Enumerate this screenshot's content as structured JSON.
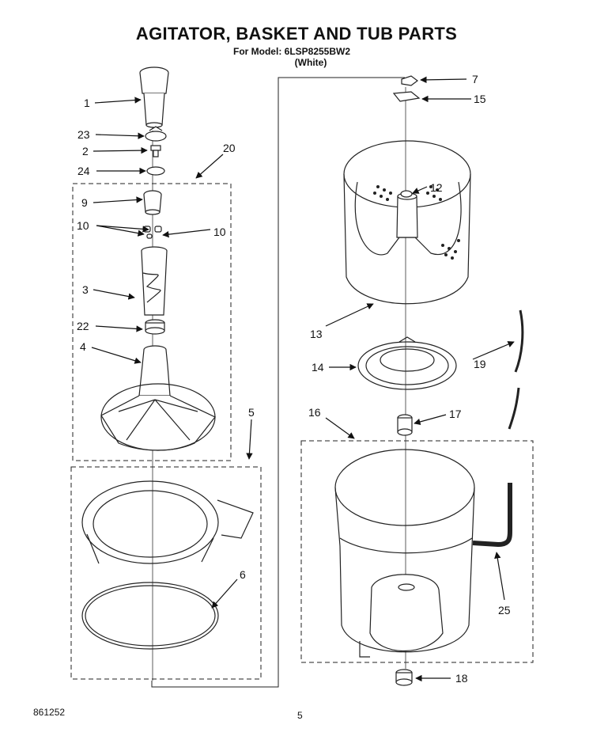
{
  "header": {
    "title": "AGITATOR, BASKET AND TUB PARTS",
    "model_line": "For Model: 6LSP8255BW2",
    "color_line": "(White)"
  },
  "labels": {
    "p1": "1",
    "p23": "23",
    "p2": "2",
    "p24": "24",
    "p20": "20",
    "p9": "9",
    "p10a": "10",
    "p10b": "10",
    "p3": "3",
    "p22": "22",
    "p4": "4",
    "p5": "5",
    "p6": "6",
    "p7": "7",
    "p15": "15",
    "p12": "12",
    "p13": "13",
    "p14": "14",
    "p19": "19",
    "p16": "16",
    "p17": "17",
    "p25": "25",
    "p18": "18"
  },
  "footer": {
    "doc_number": "861252",
    "page_number": "5"
  }
}
